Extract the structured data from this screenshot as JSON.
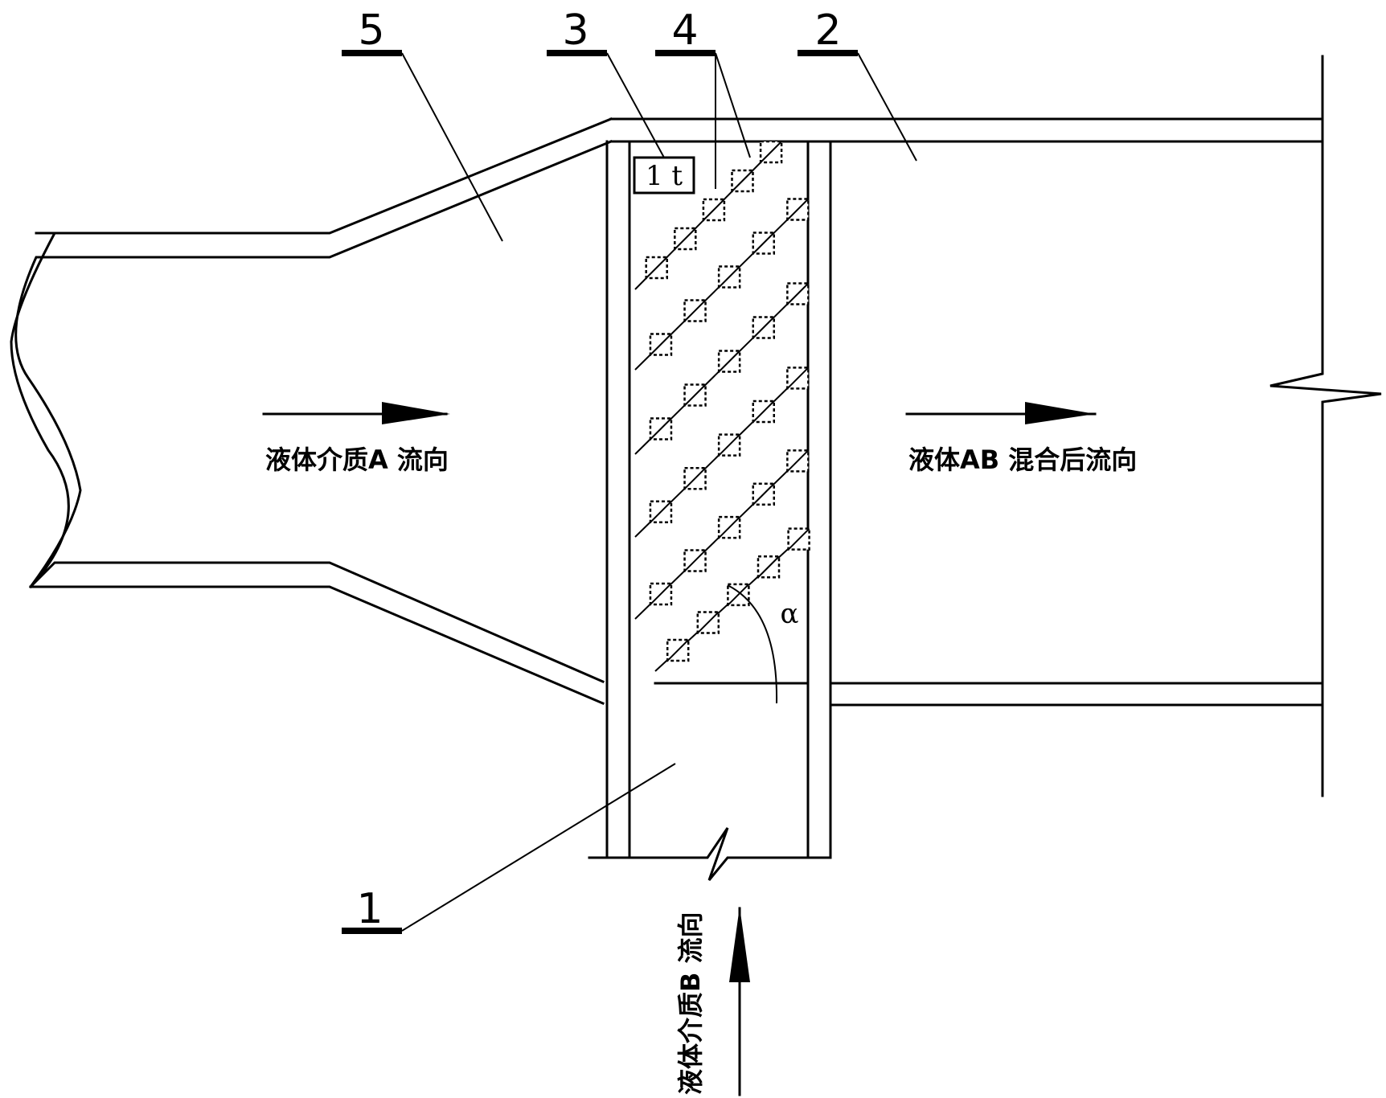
{
  "callouts": [
    {
      "id": "c5",
      "number": "5"
    },
    {
      "id": "c3",
      "number": "3"
    },
    {
      "id": "c4",
      "number": "4"
    },
    {
      "id": "c2",
      "number": "2"
    },
    {
      "id": "c1",
      "number": "1"
    }
  ],
  "box_label": "1 t",
  "angle_label": "α",
  "flow_labels": {
    "a": "液体介质A  流向",
    "ab": "液体AB  混合后流向",
    "b": "液体介质B  流向"
  }
}
